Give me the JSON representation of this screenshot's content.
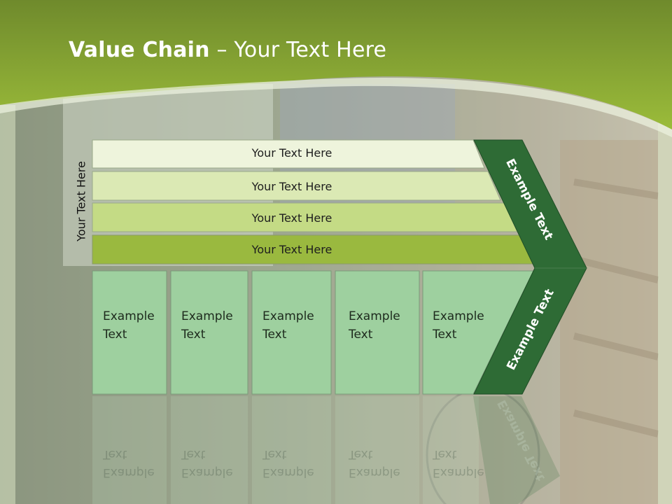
{
  "slide": {
    "title_bold": "Value Chain",
    "title_rest": " – Your Text Here",
    "side_label": "Your Text Here",
    "rows": [
      "Your Text Here",
      "Your Text Here",
      "Your Text Here",
      "Your Text Here"
    ],
    "cells": [
      {
        "line1": "Example",
        "line2": "Text"
      },
      {
        "line1": "Example",
        "line2": "Text"
      },
      {
        "line1": "Example",
        "line2": "Text"
      },
      {
        "line1": "Example",
        "line2": "Text"
      },
      {
        "line1": "Example",
        "line2": "Text"
      }
    ],
    "chevron_top": "Example Text",
    "chevron_bottom": "Example Text"
  },
  "colors": {
    "header_green": "#8fb236",
    "row1": "#eef4dc",
    "row2": "#dbe9b4",
    "row3": "#c4db85",
    "row4": "#9ab93f",
    "cell": "#9ed09f",
    "chevron": "#2e6b35"
  }
}
